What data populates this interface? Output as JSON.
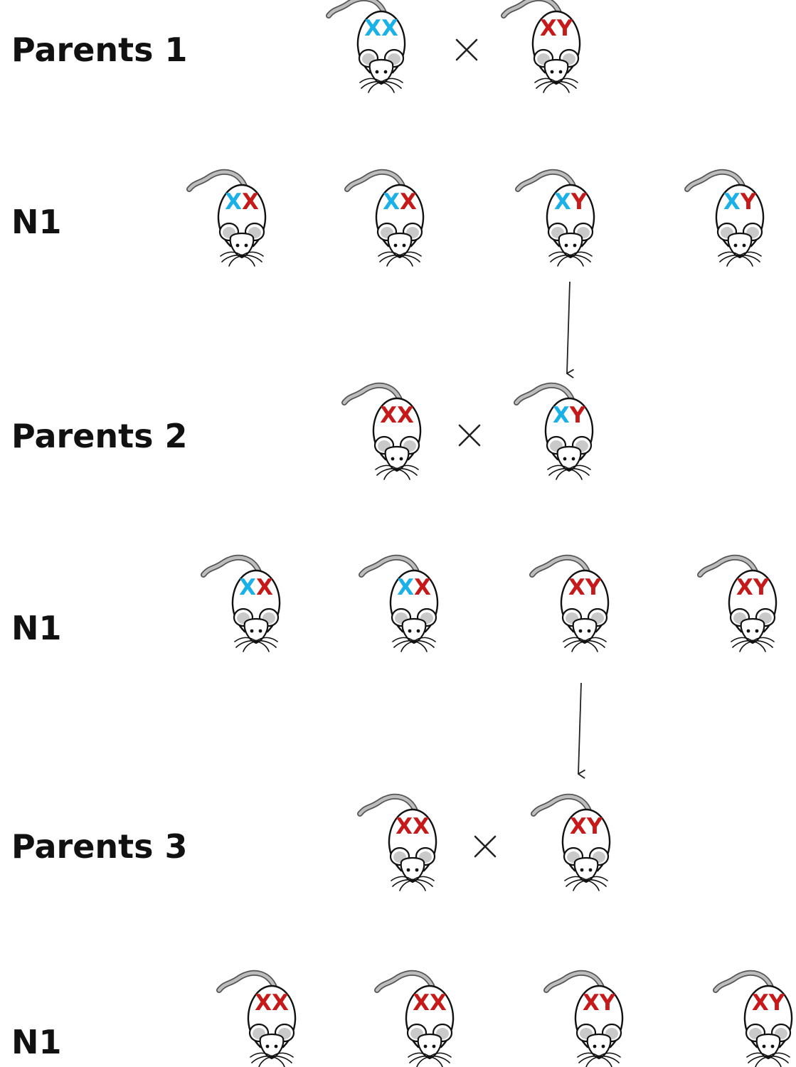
{
  "colors": {
    "blue": "#1ab0e8",
    "red": "#c61a1a",
    "text": "#111111"
  },
  "icons": {
    "mouse": "mouse-icon",
    "cross": "cross-icon",
    "arrow": "down-arrow-icon"
  },
  "rows": [
    {
      "label": "Parents 1",
      "type": "parents",
      "mice": [
        {
          "chars": [
            {
              "t": "X",
              "c": "blue"
            },
            {
              "t": "X",
              "c": "blue"
            }
          ]
        },
        {
          "chars": [
            {
              "t": "X",
              "c": "red"
            },
            {
              "t": "Y",
              "c": "red"
            }
          ]
        }
      ]
    },
    {
      "label": "N1",
      "type": "offspring",
      "mice": [
        {
          "chars": [
            {
              "t": "X",
              "c": "blue"
            },
            {
              "t": "X",
              "c": "red"
            }
          ]
        },
        {
          "chars": [
            {
              "t": "X",
              "c": "blue"
            },
            {
              "t": "X",
              "c": "red"
            }
          ]
        },
        {
          "chars": [
            {
              "t": "X",
              "c": "blue"
            },
            {
              "t": "Y",
              "c": "red"
            }
          ]
        },
        {
          "chars": [
            {
              "t": "X",
              "c": "blue"
            },
            {
              "t": "Y",
              "c": "red"
            }
          ]
        }
      ]
    },
    {
      "label": "Parents 2",
      "type": "parents",
      "mice": [
        {
          "chars": [
            {
              "t": "X",
              "c": "red"
            },
            {
              "t": "X",
              "c": "red"
            }
          ]
        },
        {
          "chars": [
            {
              "t": "X",
              "c": "blue"
            },
            {
              "t": "Y",
              "c": "red"
            }
          ]
        }
      ]
    },
    {
      "label": "N1",
      "type": "offspring",
      "mice": [
        {
          "chars": [
            {
              "t": "X",
              "c": "blue"
            },
            {
              "t": "X",
              "c": "red"
            }
          ]
        },
        {
          "chars": [
            {
              "t": "X",
              "c": "blue"
            },
            {
              "t": "X",
              "c": "red"
            }
          ]
        },
        {
          "chars": [
            {
              "t": "X",
              "c": "red"
            },
            {
              "t": "Y",
              "c": "red"
            }
          ]
        },
        {
          "chars": [
            {
              "t": "X",
              "c": "red"
            },
            {
              "t": "Y",
              "c": "red"
            }
          ]
        }
      ]
    },
    {
      "label": "Parents 3",
      "type": "parents",
      "mice": [
        {
          "chars": [
            {
              "t": "X",
              "c": "red"
            },
            {
              "t": "X",
              "c": "red"
            }
          ]
        },
        {
          "chars": [
            {
              "t": "X",
              "c": "red"
            },
            {
              "t": "Y",
              "c": "red"
            }
          ]
        }
      ]
    },
    {
      "label": "N1",
      "type": "offspring",
      "mice": [
        {
          "chars": [
            {
              "t": "X",
              "c": "red"
            },
            {
              "t": "X",
              "c": "red"
            }
          ]
        },
        {
          "chars": [
            {
              "t": "X",
              "c": "red"
            },
            {
              "t": "X",
              "c": "red"
            }
          ]
        },
        {
          "chars": [
            {
              "t": "X",
              "c": "red"
            },
            {
              "t": "Y",
              "c": "red"
            }
          ]
        },
        {
          "chars": [
            {
              "t": "X",
              "c": "red"
            },
            {
              "t": "Y",
              "c": "red"
            }
          ]
        }
      ]
    }
  ],
  "arrows": [
    {
      "from_row": 1,
      "from_mouse": 2,
      "to_row": 2,
      "to_mouse": 1
    },
    {
      "from_row": 3,
      "from_mouse": 2,
      "to_row": 4,
      "to_mouse": 1
    }
  ]
}
